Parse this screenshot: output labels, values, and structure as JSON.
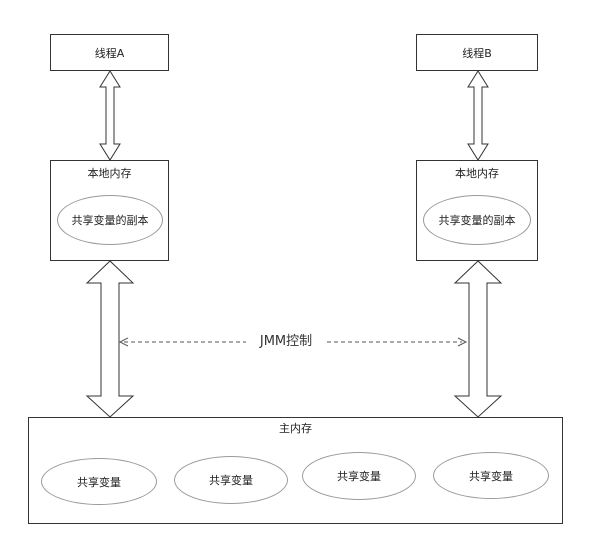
{
  "thread_a": {
    "label": "线程A"
  },
  "thread_b": {
    "label": "线程B"
  },
  "local_a": {
    "label": "本地内存",
    "copy_label": "共享变量的副本"
  },
  "local_b": {
    "label": "本地内存",
    "copy_label": "共享变量的副本"
  },
  "control": {
    "label": "JMM控制"
  },
  "main_memory": {
    "label": "主内存",
    "variables": [
      "共享变量",
      "共享变量",
      "共享变量",
      "共享变量"
    ]
  },
  "colors": {
    "border": "#333333",
    "ellipse_border": "#9a9a9a",
    "background": "#ffffff"
  }
}
